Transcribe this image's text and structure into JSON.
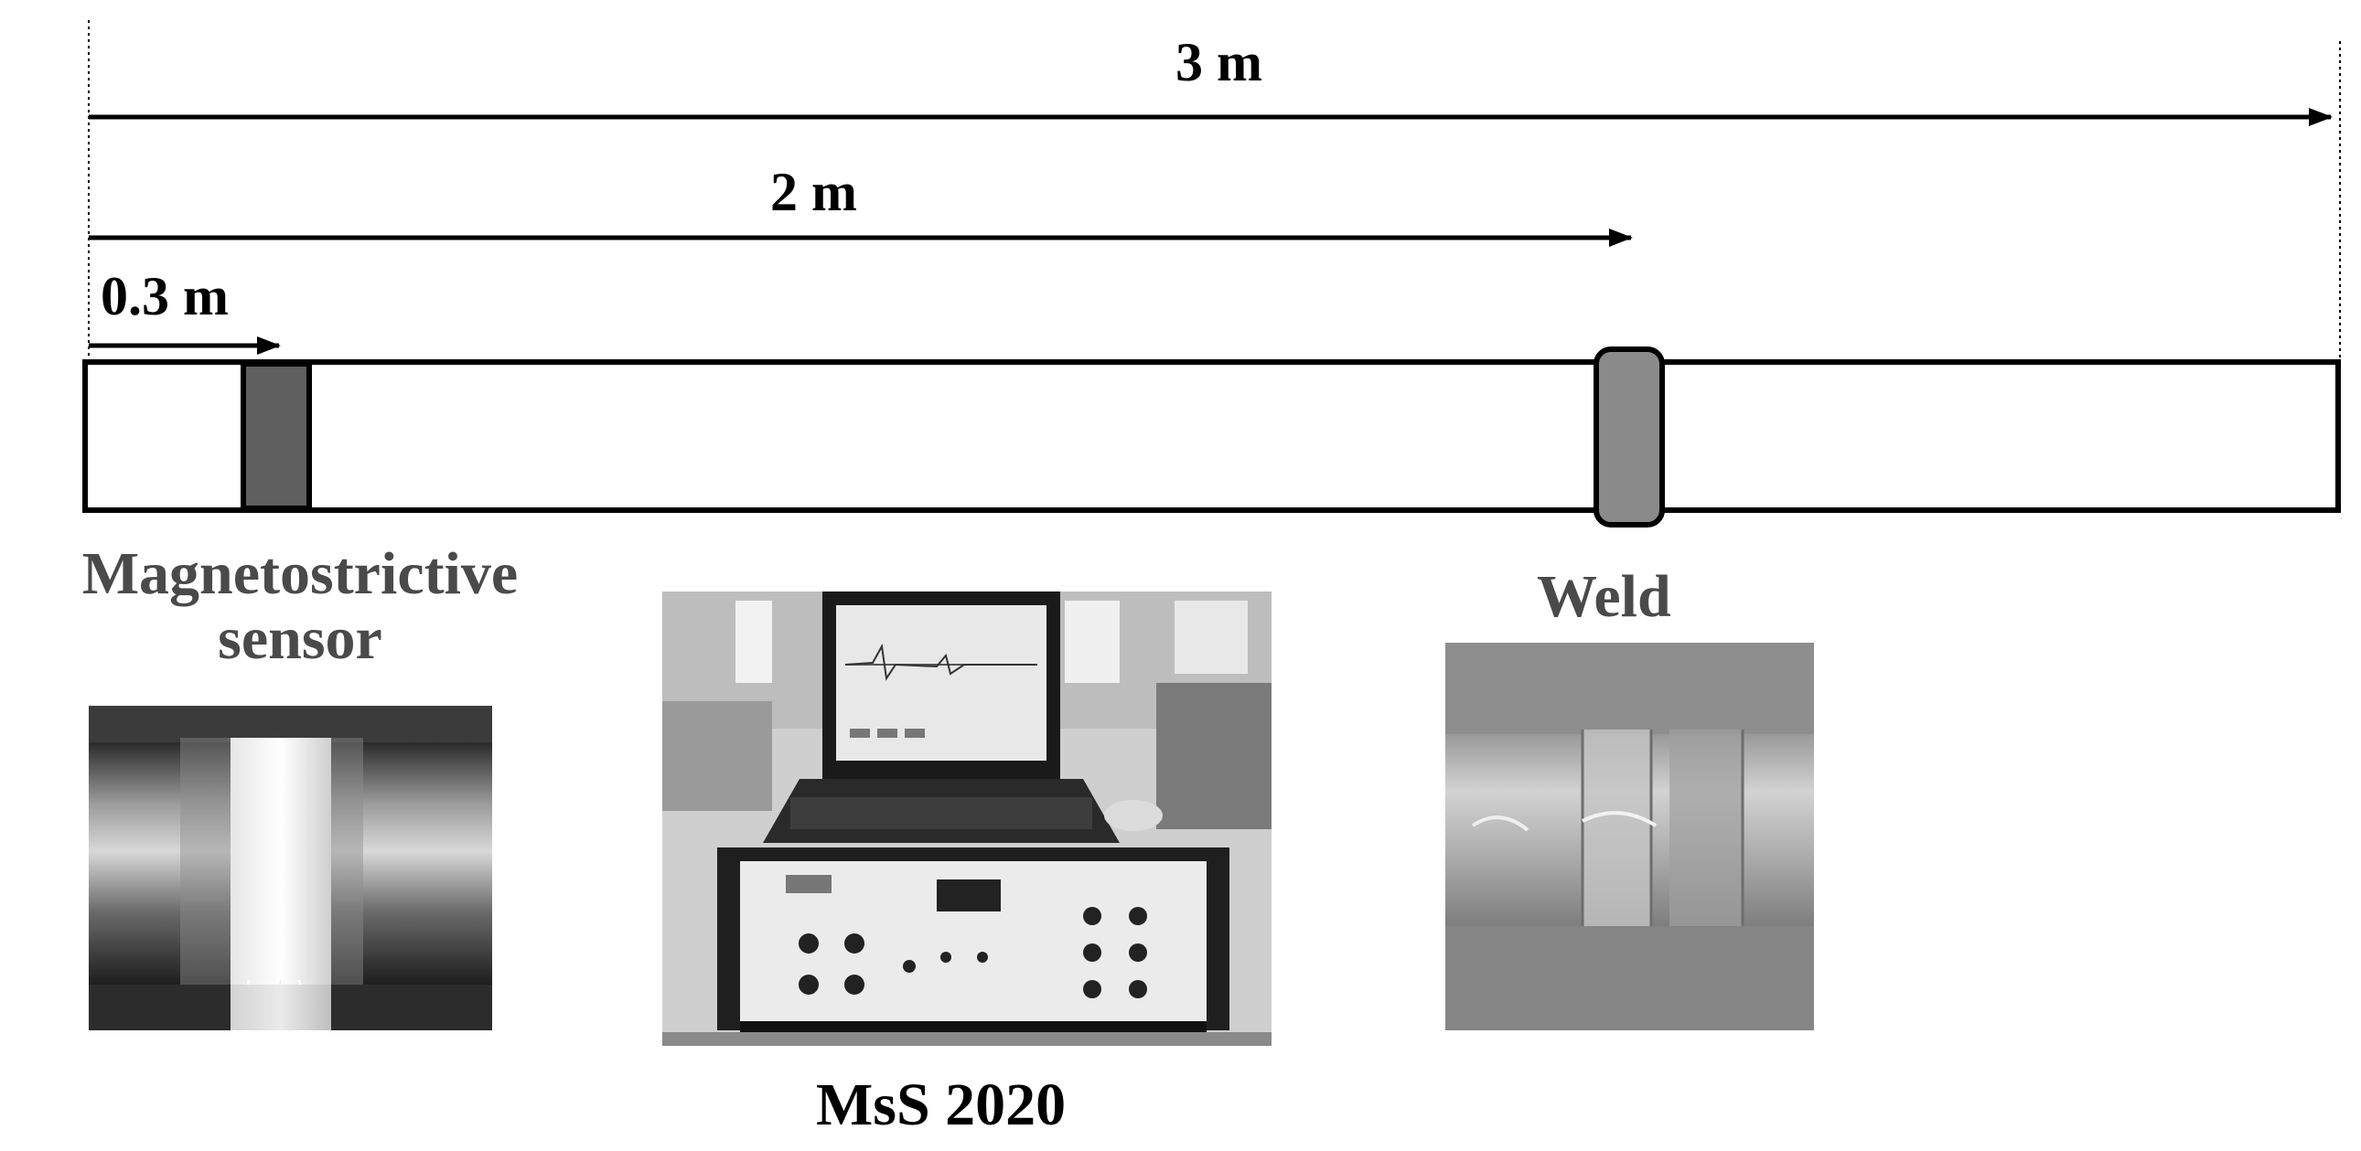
{
  "dimensions": {
    "total": "3 m",
    "weld_position": "2 m",
    "sensor_position": "0.3 m"
  },
  "captions": {
    "sensor": "Magnetostrictive sensor",
    "weld": "Weld",
    "device": "MsS 2020"
  },
  "colors": {
    "pipe_outline": "#000000",
    "sensor_band": "#5f5f5f",
    "weld_band": "#8a8a8a",
    "caption_gray": "#4a4a4a",
    "caption_black": "#000000"
  }
}
